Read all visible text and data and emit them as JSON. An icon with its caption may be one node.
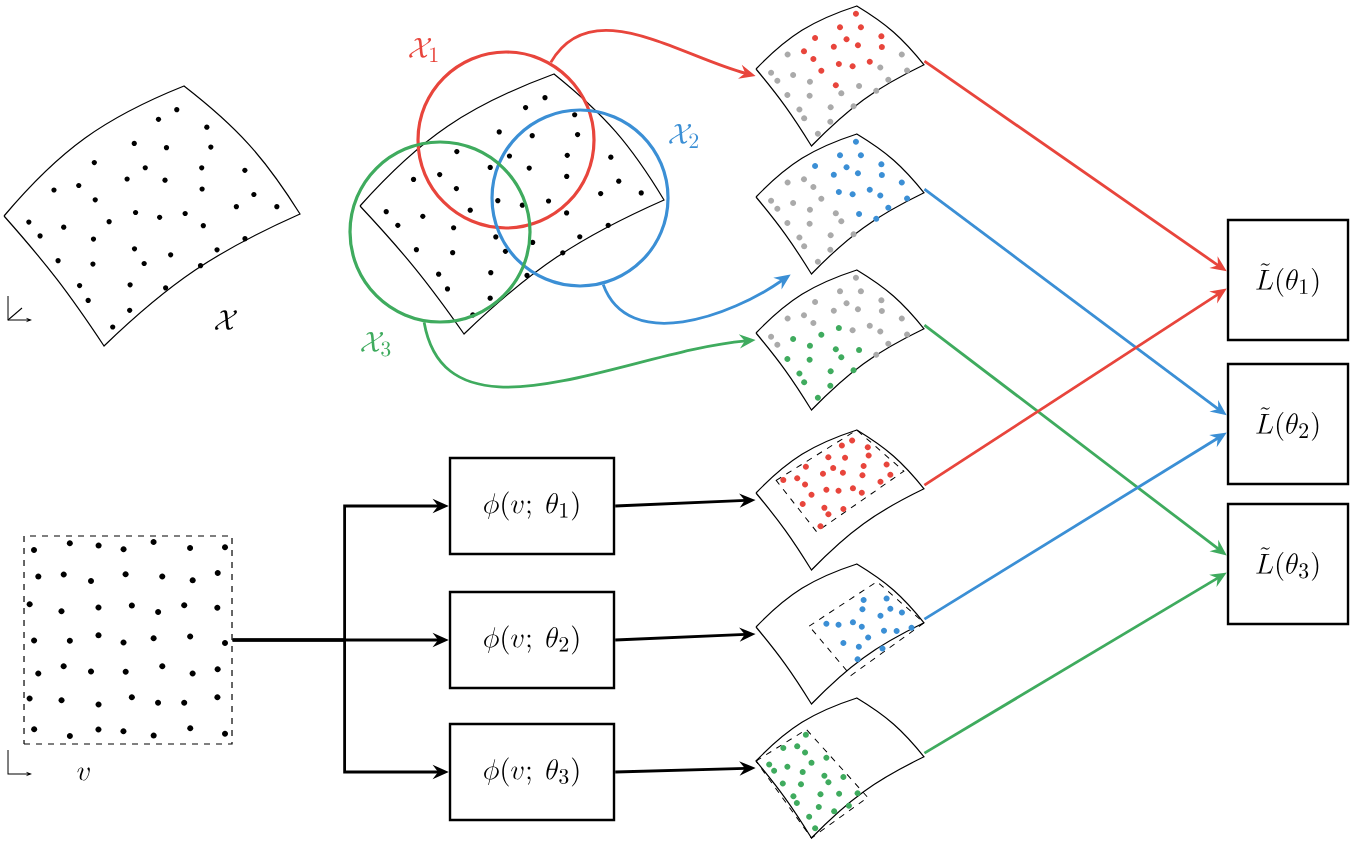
{
  "diagram": {
    "nodes": [
      {
        "text": [
          "\\mathcal{X}_1"
        ]
      },
      {
        "text": [
          "\\mathcal{X}_2"
        ]
      },
      {
        "text": [
          "\\mathcal{X}_3"
        ]
      },
      {
        "text": [],
        "shape": "picture"
      },
      {
        "text": [],
        "shape": "picture"
      },
      {
        "text": [],
        "shape": "picture"
      },
      {
        "text": [],
        "shape": "picture",
        "beside": [
          "v"
        ]
      },
      {
        "text": [
          "\\phi(v;\\ \\theta_1)"
        ]
      },
      {
        "text": [
          "\\phi(v;\\ \\theta_2)"
        ]
      },
      {
        "text": [
          "\\phi(v;\\ \\theta_3)"
        ]
      },
      {
        "text": [],
        "shape": "picture"
      },
      {
        "text": [],
        "shape": "picture"
      },
      {
        "text": [],
        "shape": "picture"
      },
      {
        "text": [
          "\\tilde{L}(\\theta_1)"
        ]
      },
      {
        "text": [
          "\\tilde{L}(\\theta_2)"
        ]
      },
      {
        "text": [
          "\\tilde{L}(\\theta_3)"
        ]
      }
    ],
    "edges": [
      {
        "from": 0,
        "to": 3,
        "arrow": "to",
        "color": "#e8453c"
      },
      {
        "from": 1,
        "to": 4,
        "arrow": "to",
        "color": "#3b8fd5"
      },
      {
        "from": 2,
        "to": 5,
        "arrow": "to",
        "color": "#3fab5e"
      },
      {
        "from": 6,
        "to": 7,
        "arrow": "to"
      },
      {
        "from": 6,
        "to": 8,
        "arrow": "to"
      },
      {
        "from": 6,
        "to": 9,
        "arrow": "to"
      },
      {
        "from": 7,
        "to": 10,
        "arrow": "to"
      },
      {
        "from": 8,
        "to": 11,
        "arrow": "to"
      },
      {
        "from": 9,
        "to": 12,
        "arrow": "to"
      },
      {
        "from": 3,
        "to": 13,
        "arrow": "to",
        "color": "#e8453c"
      },
      {
        "from": 4,
        "to": 14,
        "arrow": "to",
        "color": "#3b8fd5"
      },
      {
        "from": 5,
        "to": 15,
        "arrow": "to",
        "color": "#3fab5e"
      },
      {
        "from": 10,
        "to": 13,
        "arrow": "to",
        "color": "#e8453c"
      },
      {
        "from": 11,
        "to": 14,
        "arrow": "to",
        "color": "#3b8fd5"
      },
      {
        "from": 12,
        "to": 15,
        "arrow": "to",
        "color": "#3fab5e"
      }
    ],
    "labels": [
      "\\mathcal{X}"
    ]
  }
}
